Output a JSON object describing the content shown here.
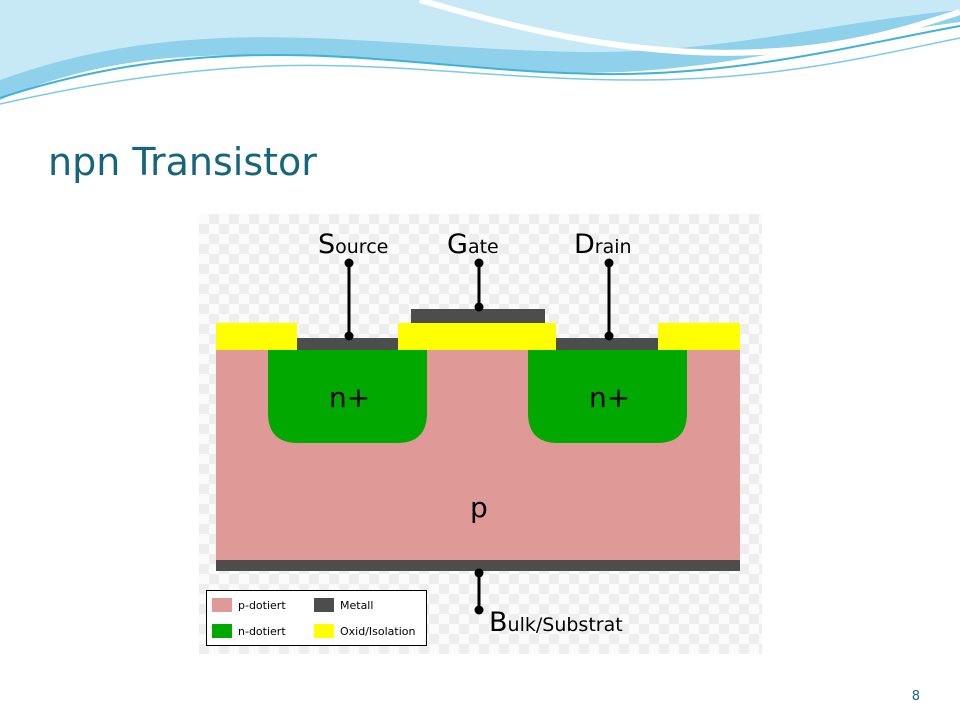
{
  "slide": {
    "title": "npn Transistor",
    "page_number": "8"
  },
  "diagram": {
    "terminals": {
      "source": {
        "initial": "S",
        "rest": "ource"
      },
      "gate": {
        "initial": "G",
        "rest": "ate"
      },
      "drain": {
        "initial": "D",
        "rest": "rain"
      },
      "bulk": {
        "initial": "B",
        "rest": "ulk/Substrat"
      }
    },
    "regions": {
      "source_doping": "n+",
      "drain_doping": "n+",
      "substrate_doping": "p"
    },
    "legend": [
      {
        "label": "p-dotiert",
        "color": "#df9997"
      },
      {
        "label": "Metall",
        "color": "#4d4d4d"
      },
      {
        "label": "n-dotiert",
        "color": "#00a800"
      },
      {
        "label": "Oxid/Isolation",
        "color": "#ffff00"
      }
    ],
    "colors": {
      "p_doped": "#df9997",
      "n_doped": "#00a800",
      "metal": "#4d4d4d",
      "oxide": "#ffff00",
      "wire": "#000000"
    }
  },
  "theme": {
    "title_color": "#17657d",
    "wave_colors": [
      "#7ec9e6",
      "#bfe6f3",
      "#3fb2d8"
    ]
  }
}
